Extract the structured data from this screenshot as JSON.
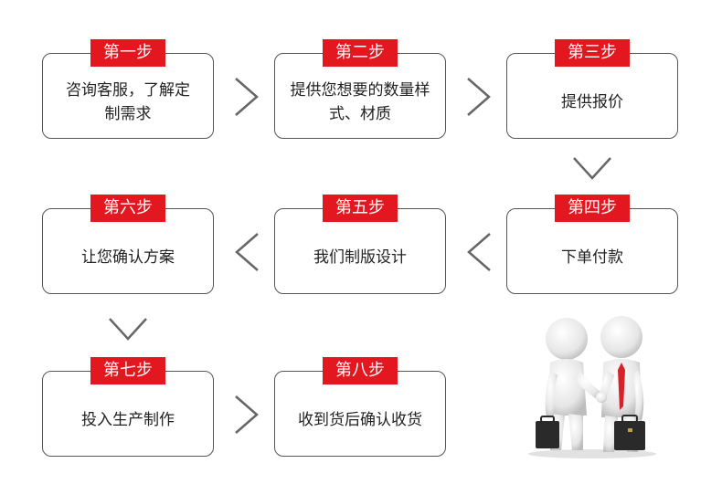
{
  "steps": [
    {
      "label": "第一步",
      "text": "咨询客服，了解定制需求"
    },
    {
      "label": "第二步",
      "text": "提供您想要的数量样式、材质"
    },
    {
      "label": "第三步",
      "text": "提供报价"
    },
    {
      "label": "第四步",
      "text": "下单付款"
    },
    {
      "label": "第五步",
      "text": "我们制版设计"
    },
    {
      "label": "第六步",
      "text": "让您确认方案"
    },
    {
      "label": "第七步",
      "text": "投入生产制作"
    },
    {
      "label": "第八步",
      "text": "收到货后确认收货"
    }
  ],
  "colors": {
    "accent": "#e3171f",
    "border": "#555555",
    "arrow": "#666666"
  },
  "illustration": {
    "icon": "business-handshake-icon"
  }
}
